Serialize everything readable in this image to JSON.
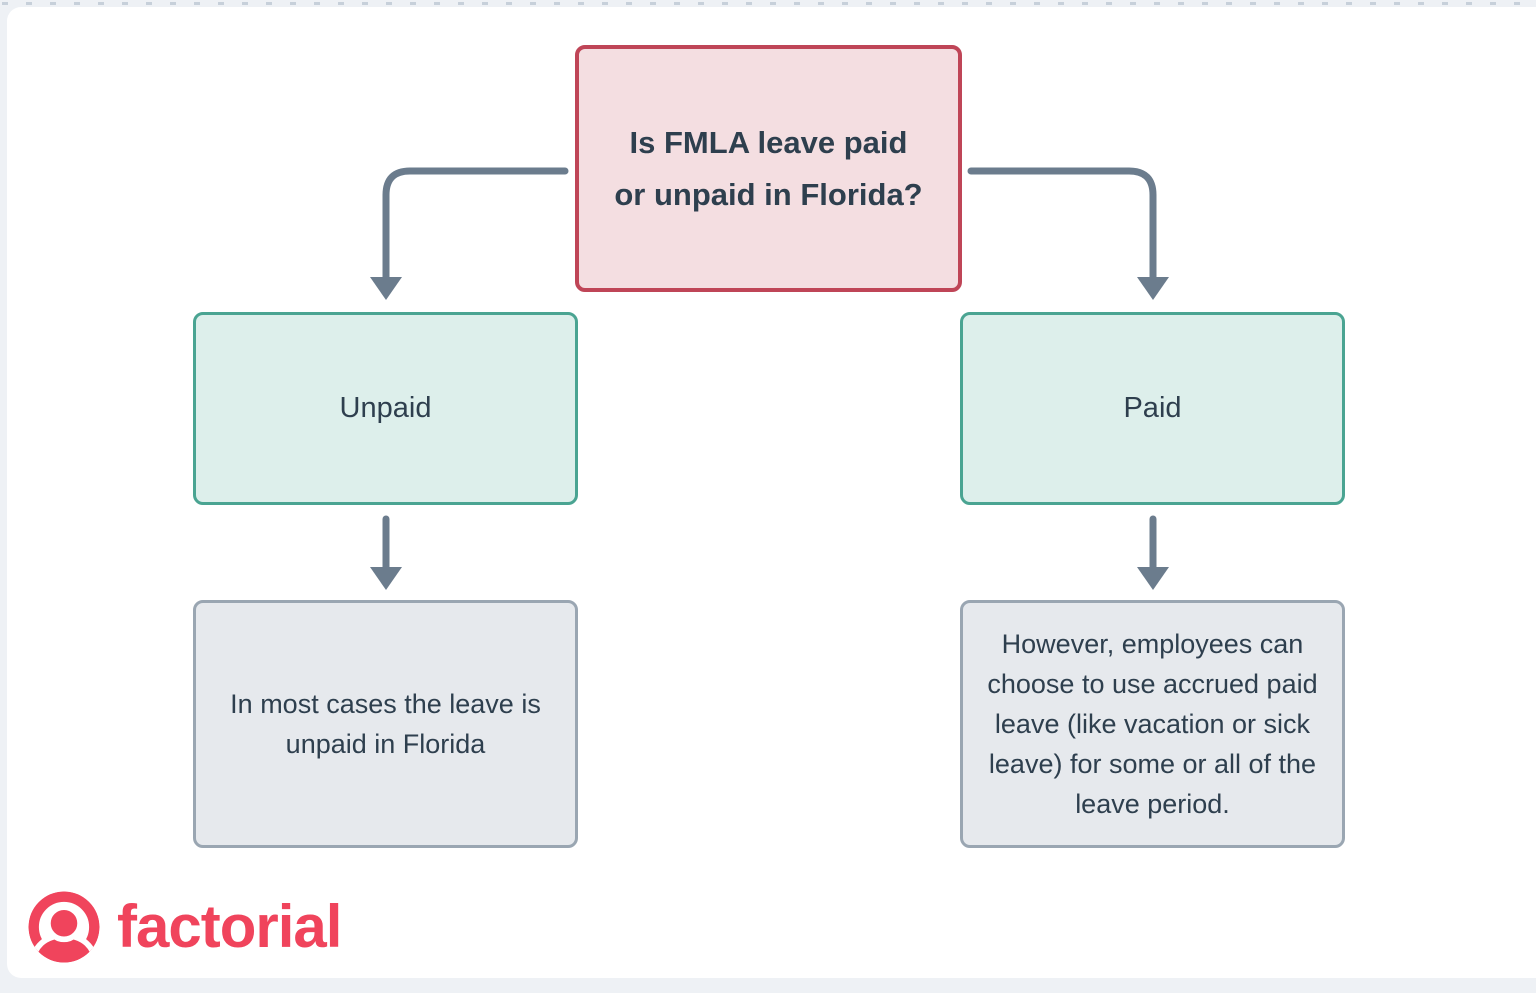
{
  "diagram": {
    "title_node": {
      "label": "Is FMLA leave paid or unpaid in Florida?",
      "bg_color": "#f4dee1",
      "border_color": "#bf4557"
    },
    "branch_nodes": [
      {
        "label": "Unpaid",
        "bg_color": "#ddefeb",
        "border_color": "#4aa492"
      },
      {
        "label": "Paid",
        "bg_color": "#ddefeb",
        "border_color": "#4aa492"
      }
    ],
    "detail_nodes": [
      {
        "text": "In most cases the leave is unpaid in Florida",
        "bg_color": "#e6e9ed",
        "border_color": "#9aa6b2"
      },
      {
        "text": "However, employees can choose to use accrued paid leave (like vacation or sick leave) for some or all of the leave period.",
        "bg_color": "#e6e9ed",
        "border_color": "#9aa6b2"
      }
    ],
    "arrow_color": "#6b7c8d",
    "text_color": "#2e3f4e"
  },
  "footer": {
    "logo_text": "factorial",
    "logo_color": "#f0445c"
  }
}
